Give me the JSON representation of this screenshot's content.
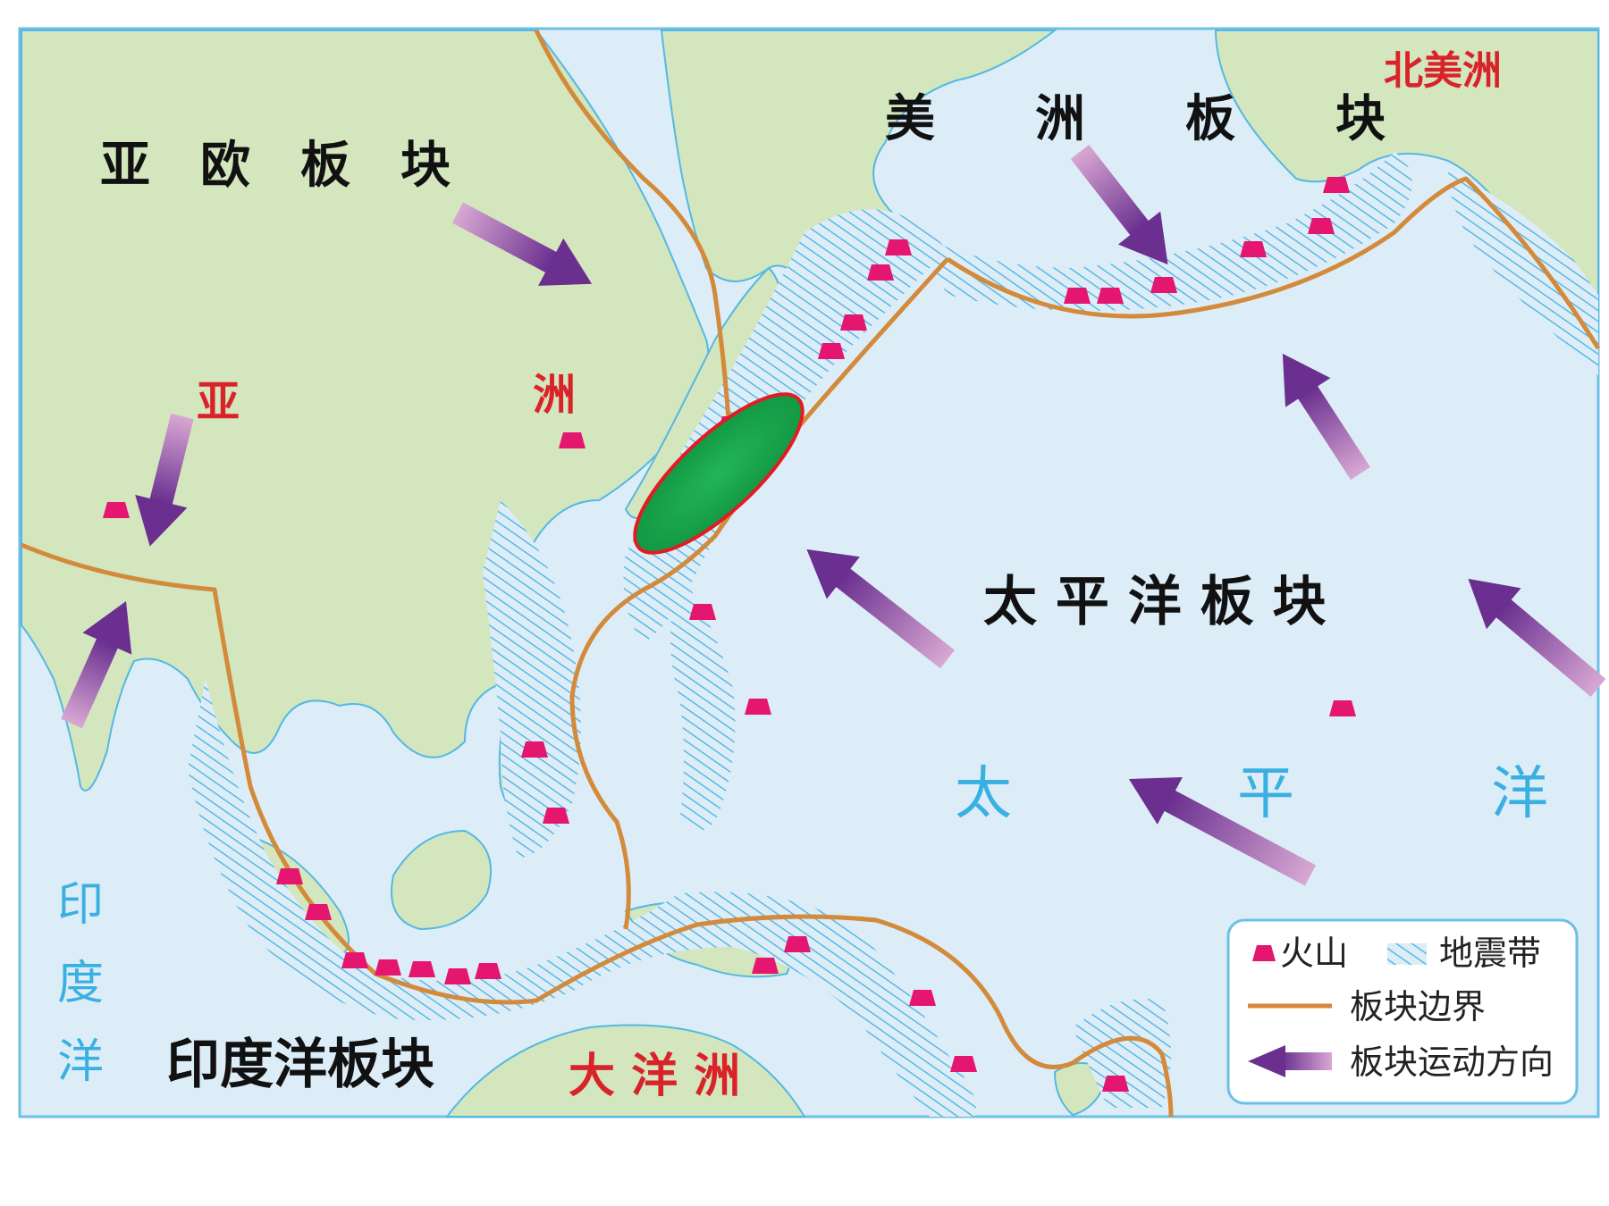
{
  "map": {
    "plates": {
      "eurasian": "亚　欧　板　块",
      "american": "美　　洲　　板　　块",
      "pacific": "太 平 洋 板 块",
      "indian_ocean": "印度洋板块"
    },
    "continents": {
      "asia_1": "亚",
      "asia_2": "洲",
      "north_america": "北美洲",
      "oceania": "大 洋 洲"
    },
    "oceans": {
      "pacific_1": "太",
      "pacific_2": "平",
      "pacific_3": "洋",
      "indian_1": "印",
      "indian_2": "度",
      "indian_3": "洋"
    },
    "legend": {
      "volcano": "火山",
      "seismic_belt": "地震带",
      "plate_boundary": "板块边界",
      "plate_motion": "板块运动方向"
    },
    "colors": {
      "land": "#d3e6bd",
      "sea": "#dcedf8",
      "coast": "#55b8e3",
      "boundary": "#d38a3a",
      "seismic_hatch": "#5ab7e5",
      "volcano": "#e4166f",
      "arrow": "#7a3c98",
      "highlight_fill": "#18a84c",
      "highlight_stroke": "#e31b23",
      "continent_text": "#d9232a",
      "ocean_text": "#3ab0e2"
    },
    "icons": [
      "volcano-icon",
      "seismic-belt-icon",
      "plate-boundary-icon",
      "plate-motion-arrow-icon"
    ]
  }
}
